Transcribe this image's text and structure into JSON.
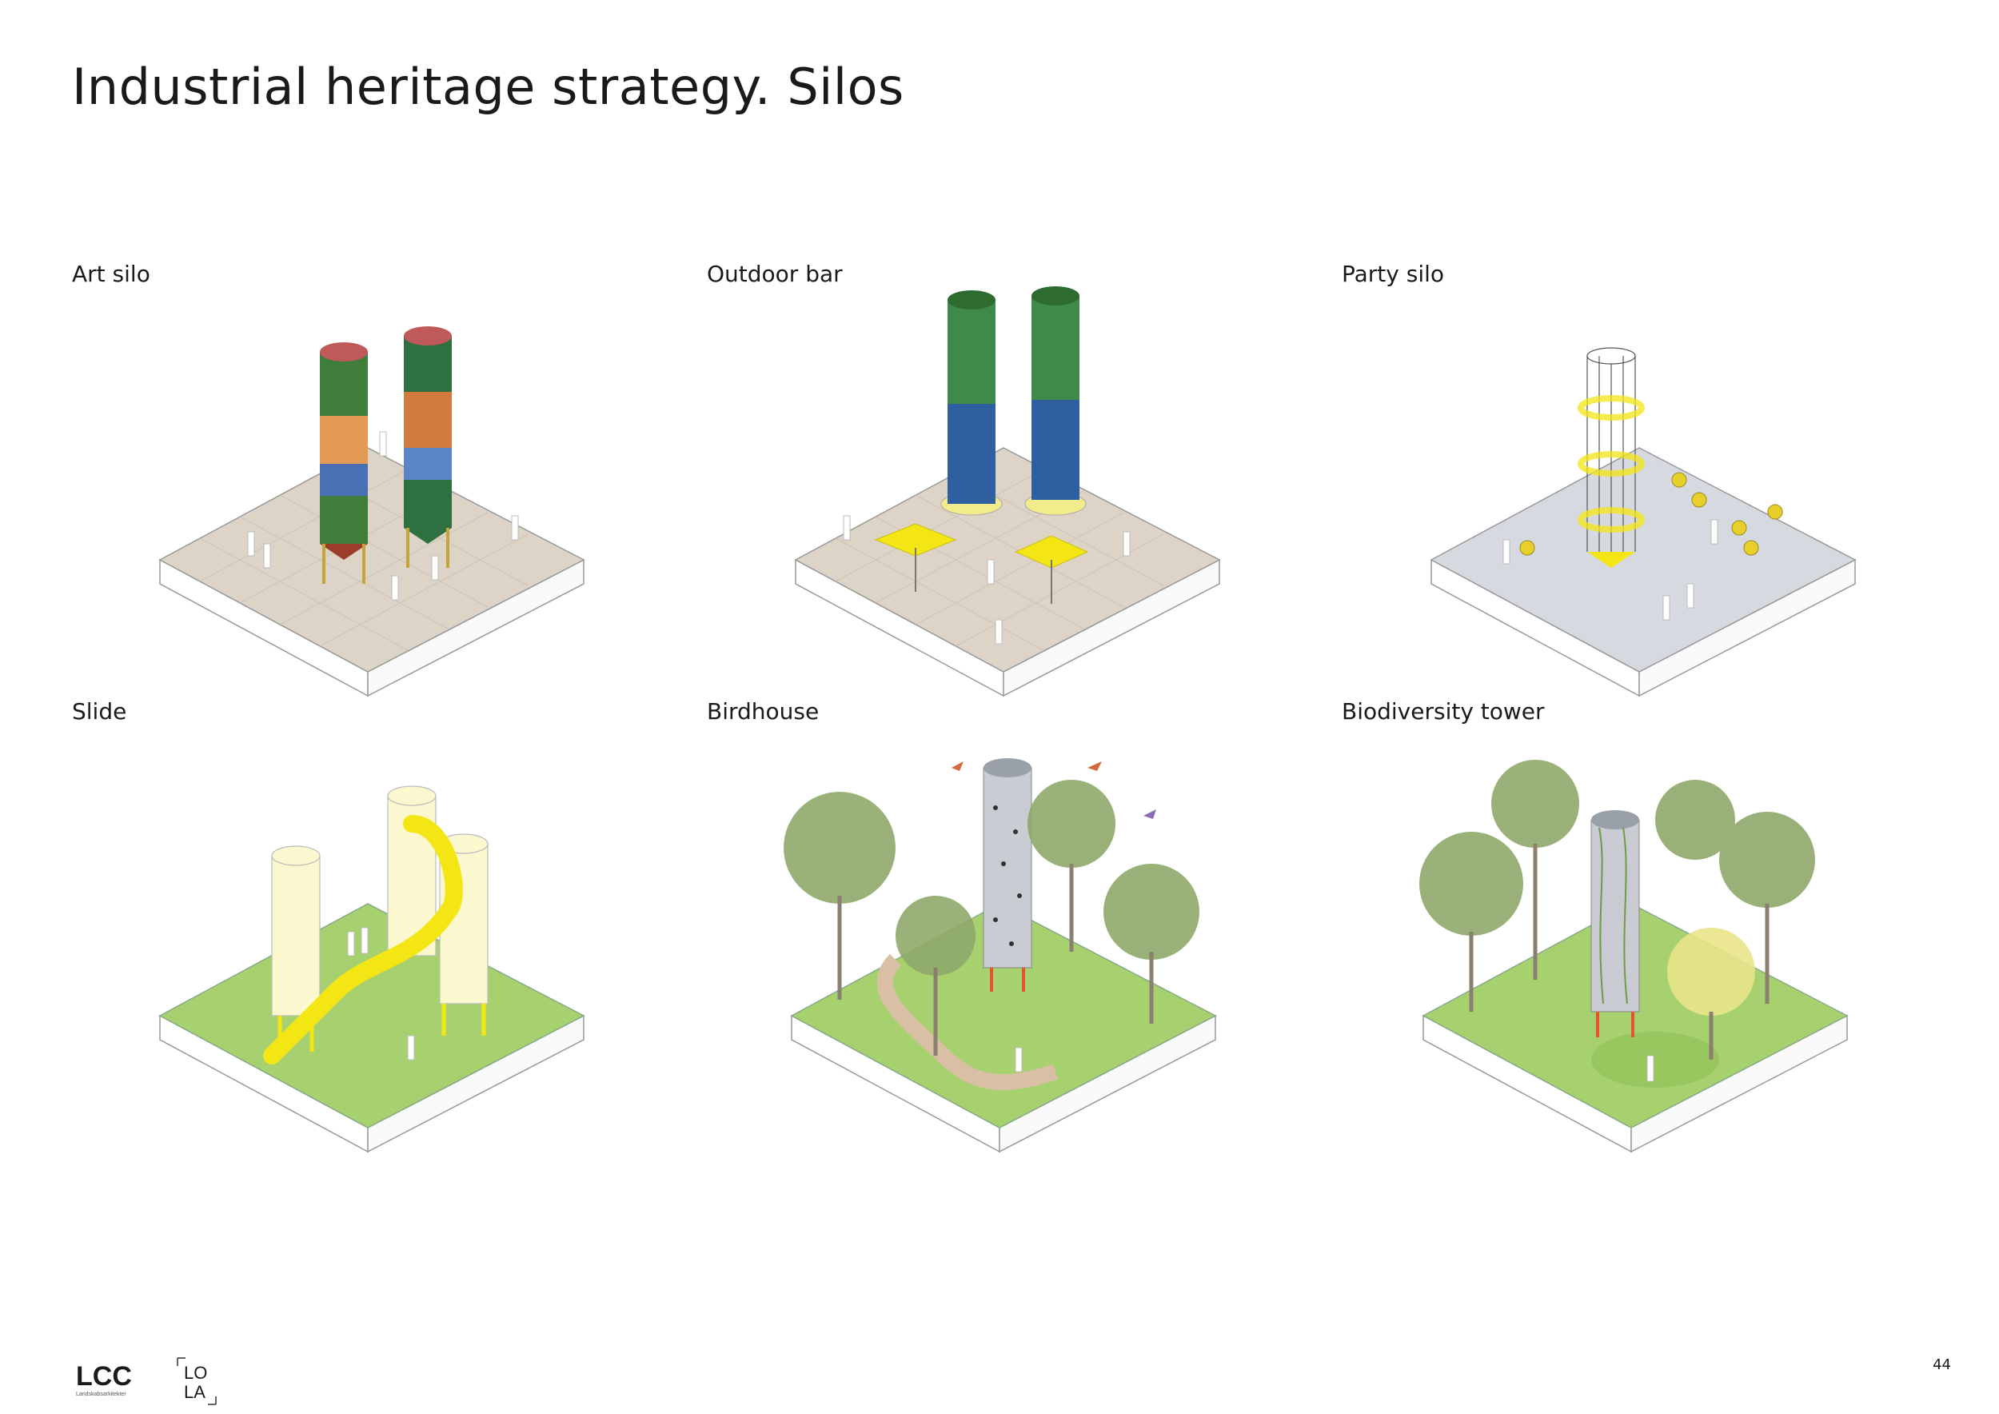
{
  "page": {
    "title": "Industrial heritage strategy. Silos",
    "page_number": "44"
  },
  "panels": [
    {
      "label": "Art silo"
    },
    {
      "label": "Outdoor bar"
    },
    {
      "label": "Party silo"
    },
    {
      "label": "Slide"
    },
    {
      "label": "Birdhouse"
    },
    {
      "label": "Biodiversity tower"
    }
  ],
  "footer": {
    "logo_left": "LCC",
    "logo_left_caption": "Landskabsarkitekter",
    "logo_right_line1": "LO",
    "logo_right_line2": "LA"
  },
  "colors": {
    "paving": "#ddd4c7",
    "paving_gray": "#d6dae0",
    "grass": "#a7d16e",
    "grass_dark": "#8fbf55",
    "slab_side": "#ffffff",
    "yellow": "#f4e514",
    "cream": "#fbf7cf",
    "tree": "#8fa86a",
    "path": "#d9bfa3"
  }
}
